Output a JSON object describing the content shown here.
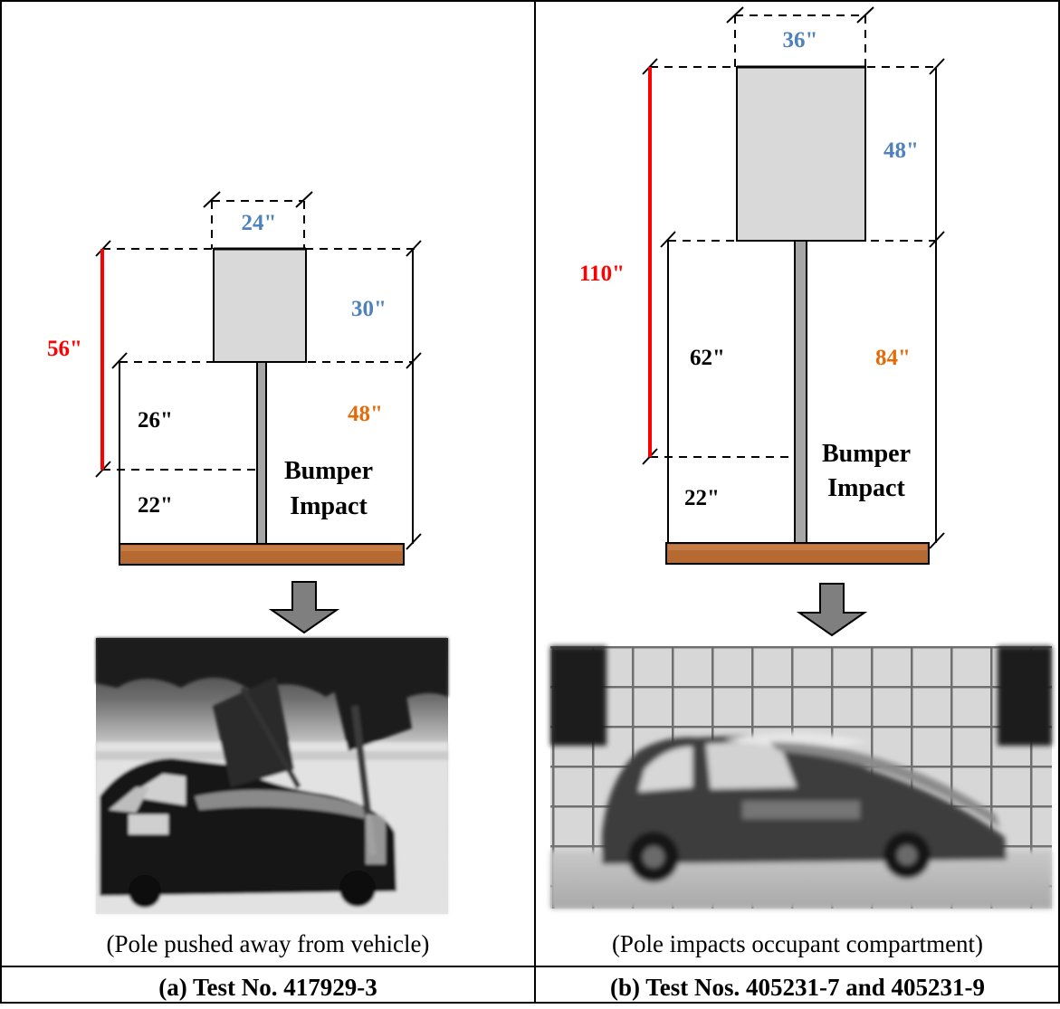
{
  "colors": {
    "blue_dim": "#4f81bd",
    "red_dim": "#ff0000",
    "orange_dim": "#e36c09",
    "sign_fill": "#d9d9d9",
    "pole_fill": "#a6a6a6",
    "base_fill": "#b66a32",
    "arrow_fill": "#7f7f7f"
  },
  "panel_a": {
    "sign_width": "24\"",
    "sign_height": "30\"",
    "total_height": "56\"",
    "pole_upper": "26\"",
    "pole_lower": "22\"",
    "mount_height": "48\"",
    "bumper_line1": "Bumper",
    "bumper_line2": "Impact",
    "arrow_icon": "down-arrow-icon",
    "photo_caption": "(Pole pushed away from vehicle)",
    "footer": "(a)  Test No. 417929-3"
  },
  "panel_b": {
    "sign_width": "36\"",
    "sign_height": "48\"",
    "total_height": "110\"",
    "pole_upper": "62\"",
    "pole_lower": "22\"",
    "mount_height": "84\"",
    "bumper_line1": "Bumper",
    "bumper_line2": "Impact",
    "arrow_icon": "down-arrow-icon",
    "photo_caption": "(Pole impacts occupant compartment)",
    "footer": "(b)  Test Nos. 405231-7 and 405231-9"
  }
}
